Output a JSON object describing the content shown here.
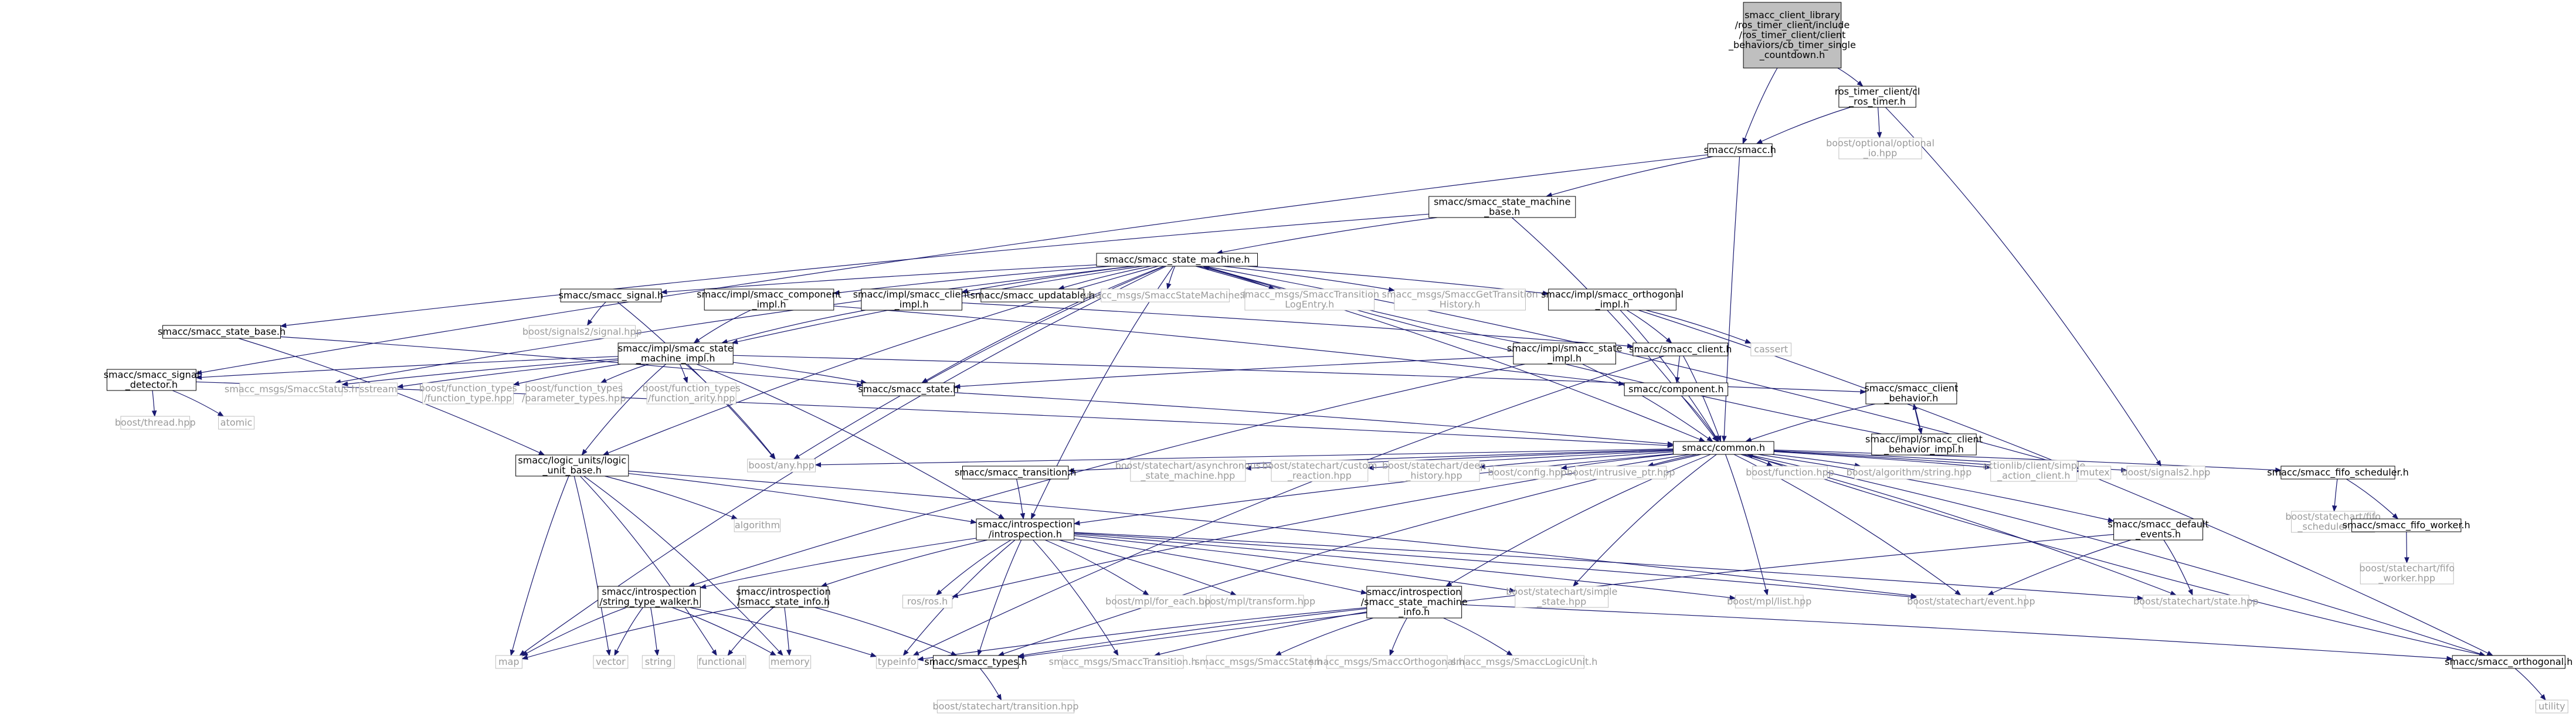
{
  "colors": {
    "background": "#ffffff",
    "edge": "#191970",
    "node_fill": "#ffffff",
    "node_border": "#000000",
    "leaf_border": "#bfbfbf",
    "leaf_text": "#9a9a9a",
    "root_fill": "#bfbfbf"
  },
  "nodes": [
    {
      "id": "root",
      "lines": [
        "smacc_client_library",
        "/ros_timer_client/include",
        "/ros_timer_client/client",
        "_behaviors/cb_timer_single",
        "_countdown.h"
      ],
      "kind": "root"
    },
    {
      "id": "ros_timer",
      "lines": [
        "ros_timer_client/cl",
        "_ros_timer.h"
      ],
      "kind": "file"
    },
    {
      "id": "smacc_h",
      "lines": [
        "smacc/smacc.h"
      ],
      "kind": "file"
    },
    {
      "id": "boost_optional",
      "lines": [
        "boost/optional/optional",
        "_io.hpp"
      ],
      "kind": "leaf"
    },
    {
      "id": "sm_base",
      "lines": [
        "smacc/smacc_state_machine",
        "_base.h"
      ],
      "kind": "file"
    },
    {
      "id": "ssm",
      "lines": [
        "smacc/smacc_state_machine.h"
      ],
      "kind": "file"
    },
    {
      "id": "smacc_signal",
      "lines": [
        "smacc/smacc_signal.h"
      ],
      "kind": "file"
    },
    {
      "id": "comp_impl",
      "lines": [
        "smacc/impl/smacc_component",
        "_impl.h"
      ],
      "kind": "file"
    },
    {
      "id": "client_impl",
      "lines": [
        "smacc/impl/smacc_client",
        "_impl.h"
      ],
      "kind": "file"
    },
    {
      "id": "updatable",
      "lines": [
        "smacc/smacc_updatable.h"
      ],
      "kind": "file"
    },
    {
      "id": "msg_ssm",
      "lines": [
        "smacc_msgs/SmaccStateMachine.h"
      ],
      "kind": "leaf"
    },
    {
      "id": "msg_trans_log",
      "lines": [
        "smacc_msgs/SmaccTransition",
        "LogEntry.h"
      ],
      "kind": "leaf"
    },
    {
      "id": "msg_get_hist",
      "lines": [
        "smacc_msgs/SmaccGetTransition",
        "History.h"
      ],
      "kind": "leaf"
    },
    {
      "id": "orth_impl",
      "lines": [
        "smacc/impl/smacc_orthogonal",
        "_impl.h"
      ],
      "kind": "file"
    },
    {
      "id": "signals2",
      "lines": [
        "boost/signals2/signal.hpp"
      ],
      "kind": "leaf"
    },
    {
      "id": "state_base",
      "lines": [
        "smacc/smacc_state_base.h"
      ],
      "kind": "file"
    },
    {
      "id": "ssm_impl",
      "lines": [
        "smacc/impl/smacc_state",
        "_machine_impl.h"
      ],
      "kind": "file"
    },
    {
      "id": "state_impl",
      "lines": [
        "smacc/impl/smacc_state",
        "_impl.h"
      ],
      "kind": "file"
    },
    {
      "id": "client_h",
      "lines": [
        "smacc/smacc_client.h"
      ],
      "kind": "file"
    },
    {
      "id": "cassert",
      "lines": [
        "cassert"
      ],
      "kind": "leaf"
    },
    {
      "id": "sig_detector",
      "lines": [
        "smacc/smacc_signal",
        "_detector.h"
      ],
      "kind": "file"
    },
    {
      "id": "msg_status",
      "lines": [
        "smacc_msgs/SmaccStatus.h"
      ],
      "kind": "leaf"
    },
    {
      "id": "sstream",
      "lines": [
        "sstream"
      ],
      "kind": "leaf"
    },
    {
      "id": "ft_type",
      "lines": [
        "boost/function_types",
        "/function_type.hpp"
      ],
      "kind": "leaf"
    },
    {
      "id": "ft_param",
      "lines": [
        "boost/function_types",
        "/parameter_types.hpp"
      ],
      "kind": "leaf"
    },
    {
      "id": "ft_arity",
      "lines": [
        "boost/function_types",
        "/function_arity.hpp"
      ],
      "kind": "leaf"
    },
    {
      "id": "state_h",
      "lines": [
        "smacc/smacc_state.h"
      ],
      "kind": "file"
    },
    {
      "id": "component_h",
      "lines": [
        "smacc/component.h"
      ],
      "kind": "file"
    },
    {
      "id": "cb_h",
      "lines": [
        "smacc/smacc_client",
        "_behavior.h"
      ],
      "kind": "file"
    },
    {
      "id": "thread",
      "lines": [
        "boost/thread.hpp"
      ],
      "kind": "leaf"
    },
    {
      "id": "atomic",
      "lines": [
        "atomic"
      ],
      "kind": "leaf"
    },
    {
      "id": "common",
      "lines": [
        "smacc/common.h"
      ],
      "kind": "file"
    },
    {
      "id": "cb_impl",
      "lines": [
        "smacc/impl/smacc_client",
        "_behavior_impl.h"
      ],
      "kind": "file"
    },
    {
      "id": "logic_unit",
      "lines": [
        "smacc/logic_units/logic",
        "_unit_base.h"
      ],
      "kind": "file"
    },
    {
      "id": "boost_any",
      "lines": [
        "boost/any.hpp"
      ],
      "kind": "leaf"
    },
    {
      "id": "transition_h",
      "lines": [
        "smacc/smacc_transition.h"
      ],
      "kind": "file"
    },
    {
      "id": "async_sm",
      "lines": [
        "boost/statechart/asynchronous",
        "_state_machine.hpp"
      ],
      "kind": "leaf"
    },
    {
      "id": "custom_react",
      "lines": [
        "boost/statechart/custom",
        "_reaction.hpp"
      ],
      "kind": "leaf"
    },
    {
      "id": "deep_hist",
      "lines": [
        "boost/statechart/deep",
        "_history.hpp"
      ],
      "kind": "leaf"
    },
    {
      "id": "boost_config",
      "lines": [
        "boost/config.hpp"
      ],
      "kind": "leaf"
    },
    {
      "id": "intrusive",
      "lines": [
        "boost/intrusive_ptr.hpp"
      ],
      "kind": "leaf"
    },
    {
      "id": "boost_function",
      "lines": [
        "boost/function.hpp"
      ],
      "kind": "leaf"
    },
    {
      "id": "algo_string",
      "lines": [
        "boost/algorithm/string.hpp"
      ],
      "kind": "leaf"
    },
    {
      "id": "action_client",
      "lines": [
        "actionlib/client/simple",
        "_action_client.h"
      ],
      "kind": "leaf"
    },
    {
      "id": "mutex",
      "lines": [
        "mutex"
      ],
      "kind": "leaf"
    },
    {
      "id": "signals2_hpp",
      "lines": [
        "boost/signals2.hpp"
      ],
      "kind": "leaf"
    },
    {
      "id": "fifo_sched",
      "lines": [
        "smacc/smacc_fifo_scheduler.h"
      ],
      "kind": "file"
    },
    {
      "id": "fifo_sched_hpp",
      "lines": [
        "boost/statechart/fifo",
        "_scheduler.hpp"
      ],
      "kind": "leaf"
    },
    {
      "id": "fifo_worker",
      "lines": [
        "smacc/smacc_fifo_worker.h"
      ],
      "kind": "file"
    },
    {
      "id": "fifo_worker_hpp",
      "lines": [
        "boost/statechart/fifo",
        "_worker.hpp"
      ],
      "kind": "leaf"
    },
    {
      "id": "algorithm",
      "lines": [
        "algorithm"
      ],
      "kind": "leaf"
    },
    {
      "id": "introspection",
      "lines": [
        "smacc/introspection",
        "/introspection.h"
      ],
      "kind": "file"
    },
    {
      "id": "default_events",
      "lines": [
        "smacc/smacc_default",
        "_events.h"
      ],
      "kind": "file"
    },
    {
      "id": "stw",
      "lines": [
        "smacc/introspection",
        "/string_type_walker.h"
      ],
      "kind": "file"
    },
    {
      "id": "ssi",
      "lines": [
        "smacc/introspection",
        "/smacc_state_info.h"
      ],
      "kind": "file"
    },
    {
      "id": "ros_h",
      "lines": [
        "ros/ros.h"
      ],
      "kind": "leaf"
    },
    {
      "id": "for_each",
      "lines": [
        "boost/mpl/for_each.hpp"
      ],
      "kind": "leaf"
    },
    {
      "id": "mpl_transform",
      "lines": [
        "boost/mpl/transform.hpp"
      ],
      "kind": "leaf"
    },
    {
      "id": "ssm_info",
      "lines": [
        "smacc/introspection",
        "/smacc_state_machine",
        "_info.h"
      ],
      "kind": "file"
    },
    {
      "id": "simple_state",
      "lines": [
        "boost/statechart/simple",
        "_state.hpp"
      ],
      "kind": "leaf"
    },
    {
      "id": "mpl_list",
      "lines": [
        "boost/mpl/list.hpp"
      ],
      "kind": "leaf"
    },
    {
      "id": "sc_event",
      "lines": [
        "boost/statechart/event.hpp"
      ],
      "kind": "leaf"
    },
    {
      "id": "sc_state",
      "lines": [
        "boost/statechart/state.hpp"
      ],
      "kind": "leaf"
    },
    {
      "id": "map",
      "lines": [
        "map"
      ],
      "kind": "leaf"
    },
    {
      "id": "vector",
      "lines": [
        "vector"
      ],
      "kind": "leaf"
    },
    {
      "id": "string",
      "lines": [
        "string"
      ],
      "kind": "leaf"
    },
    {
      "id": "functional",
      "lines": [
        "functional"
      ],
      "kind": "leaf"
    },
    {
      "id": "memory",
      "lines": [
        "memory"
      ],
      "kind": "leaf"
    },
    {
      "id": "typeinfo",
      "lines": [
        "typeinfo"
      ],
      "kind": "leaf"
    },
    {
      "id": "types_h",
      "lines": [
        "smacc/smacc_types.h"
      ],
      "kind": "file"
    },
    {
      "id": "msg_transition",
      "lines": [
        "smacc_msgs/SmaccTransition.h"
      ],
      "kind": "leaf"
    },
    {
      "id": "msg_state",
      "lines": [
        "smacc_msgs/SmaccState.h"
      ],
      "kind": "leaf"
    },
    {
      "id": "msg_orth",
      "lines": [
        "smacc_msgs/SmaccOrthogonal.h"
      ],
      "kind": "leaf"
    },
    {
      "id": "msg_logic",
      "lines": [
        "smacc_msgs/SmaccLogicUnit.h"
      ],
      "kind": "leaf"
    },
    {
      "id": "orthogonal_h",
      "lines": [
        "smacc/smacc_orthogonal.h"
      ],
      "kind": "file"
    },
    {
      "id": "sc_transition",
      "lines": [
        "boost/statechart/transition.hpp"
      ],
      "kind": "leaf"
    },
    {
      "id": "utility",
      "lines": [
        "utility"
      ],
      "kind": "leaf"
    }
  ],
  "edges": [
    [
      "root",
      "ros_timer"
    ],
    [
      "root",
      "smacc_h"
    ],
    [
      "ros_timer",
      "smacc_h"
    ],
    [
      "ros_timer",
      "boost_optional"
    ],
    [
      "ros_timer",
      "signals2_hpp"
    ],
    [
      "smacc_h",
      "sm_base"
    ],
    [
      "smacc_h",
      "common"
    ],
    [
      "smacc_h",
      "sig_detector"
    ],
    [
      "sm_base",
      "ssm"
    ],
    [
      "sm_base",
      "common"
    ],
    [
      "sm_base",
      "state_base"
    ],
    [
      "ssm",
      "smacc_signal"
    ],
    [
      "ssm",
      "comp_impl"
    ],
    [
      "ssm",
      "client_impl"
    ],
    [
      "ssm",
      "updatable"
    ],
    [
      "ssm",
      "msg_ssm"
    ],
    [
      "ssm",
      "msg_trans_log"
    ],
    [
      "ssm",
      "msg_get_hist"
    ],
    [
      "ssm",
      "orth_impl"
    ],
    [
      "ssm",
      "state_h"
    ],
    [
      "ssm",
      "ssm_impl"
    ],
    [
      "ssm",
      "common"
    ],
    [
      "ssm",
      "msg_status"
    ],
    [
      "ssm",
      "mutex"
    ],
    [
      "ssm",
      "map"
    ],
    [
      "ssm",
      "boost_any"
    ],
    [
      "ssm",
      "introspection"
    ],
    [
      "ssm",
      "logic_unit"
    ],
    [
      "smacc_signal",
      "signals2"
    ],
    [
      "smacc_signal",
      "boost_any"
    ],
    [
      "comp_impl",
      "ssm_impl"
    ],
    [
      "comp_impl",
      "component_h"
    ],
    [
      "client_impl",
      "ssm_impl"
    ],
    [
      "client_impl",
      "client_h"
    ],
    [
      "orth_impl",
      "client_h"
    ],
    [
      "orth_impl",
      "cassert"
    ],
    [
      "orth_impl",
      "orthogonal_h"
    ],
    [
      "orth_impl",
      "common"
    ],
    [
      "state_base",
      "state_h"
    ],
    [
      "state_base",
      "logic_unit"
    ],
    [
      "ssm_impl",
      "sig_detector"
    ],
    [
      "ssm_impl",
      "msg_status"
    ],
    [
      "ssm_impl",
      "sstream"
    ],
    [
      "ssm_impl",
      "ft_type"
    ],
    [
      "ssm_impl",
      "ft_param"
    ],
    [
      "ssm_impl",
      "ft_arity"
    ],
    [
      "ssm_impl",
      "state_h"
    ],
    [
      "ssm_impl",
      "introspection"
    ],
    [
      "ssm_impl",
      "cb_h"
    ],
    [
      "ssm_impl",
      "boost_any"
    ],
    [
      "ssm_impl",
      "logic_unit"
    ],
    [
      "state_impl",
      "state_h"
    ],
    [
      "state_impl",
      "ssm"
    ],
    [
      "state_impl",
      "stw"
    ],
    [
      "state_impl",
      "common"
    ],
    [
      "client_h",
      "component_h"
    ],
    [
      "client_h",
      "common"
    ],
    [
      "client_h",
      "typeinfo"
    ],
    [
      "sig_detector",
      "thread"
    ],
    [
      "sig_detector",
      "atomic"
    ],
    [
      "sig_detector",
      "common"
    ],
    [
      "state_h",
      "common"
    ],
    [
      "component_h",
      "common"
    ],
    [
      "cb_h",
      "common"
    ],
    [
      "cb_h",
      "cb_impl"
    ],
    [
      "cb_impl",
      "cb_h"
    ],
    [
      "cb_impl",
      "ssm"
    ],
    [
      "common",
      "boost_any"
    ],
    [
      "common",
      "transition_h"
    ],
    [
      "common",
      "async_sm"
    ],
    [
      "common",
      "custom_react"
    ],
    [
      "common",
      "deep_hist"
    ],
    [
      "common",
      "boost_config"
    ],
    [
      "common",
      "intrusive"
    ],
    [
      "common",
      "boost_function"
    ],
    [
      "common",
      "algo_string"
    ],
    [
      "common",
      "action_client"
    ],
    [
      "common",
      "mutex"
    ],
    [
      "common",
      "signals2_hpp"
    ],
    [
      "common",
      "fifo_sched"
    ],
    [
      "common",
      "default_events"
    ],
    [
      "common",
      "introspection"
    ],
    [
      "common",
      "ros_h"
    ],
    [
      "common",
      "ssm_info"
    ],
    [
      "common",
      "sc_event"
    ],
    [
      "common",
      "sc_state"
    ],
    [
      "common",
      "mpl_list"
    ],
    [
      "common",
      "simple_state"
    ],
    [
      "common",
      "orthogonal_h"
    ],
    [
      "common",
      "types_h"
    ],
    [
      "fifo_sched",
      "fifo_sched_hpp"
    ],
    [
      "fifo_sched",
      "fifo_worker"
    ],
    [
      "fifo_worker",
      "fifo_worker_hpp"
    ],
    [
      "logic_unit",
      "algorithm"
    ],
    [
      "logic_unit",
      "introspection"
    ],
    [
      "logic_unit",
      "map"
    ],
    [
      "logic_unit",
      "vector"
    ],
    [
      "logic_unit",
      "memory"
    ],
    [
      "logic_unit",
      "sc_event"
    ],
    [
      "logic_unit",
      "functional"
    ],
    [
      "transition_h",
      "introspection"
    ],
    [
      "introspection",
      "stw"
    ],
    [
      "introspection",
      "ssi"
    ],
    [
      "introspection",
      "ros_h"
    ],
    [
      "introspection",
      "for_each"
    ],
    [
      "introspection",
      "mpl_transform"
    ],
    [
      "introspection",
      "ssm_info"
    ],
    [
      "introspection",
      "simple_state"
    ],
    [
      "introspection",
      "mpl_list"
    ],
    [
      "introspection",
      "sc_event"
    ],
    [
      "introspection",
      "sc_state"
    ],
    [
      "introspection",
      "typeinfo"
    ],
    [
      "introspection",
      "types_h"
    ],
    [
      "introspection",
      "msg_transition"
    ],
    [
      "default_events",
      "sc_event"
    ],
    [
      "default_events",
      "sc_state"
    ],
    [
      "default_events",
      "types_h"
    ],
    [
      "stw",
      "map"
    ],
    [
      "stw",
      "vector"
    ],
    [
      "stw",
      "string"
    ],
    [
      "stw",
      "memory"
    ],
    [
      "stw",
      "typeinfo"
    ],
    [
      "ssi",
      "functional"
    ],
    [
      "ssi",
      "memory"
    ],
    [
      "ssi",
      "types_h"
    ],
    [
      "ssi",
      "map"
    ],
    [
      "ssm_info",
      "types_h"
    ],
    [
      "ssm_info",
      "msg_transition"
    ],
    [
      "ssm_info",
      "msg_state"
    ],
    [
      "ssm_info",
      "msg_orth"
    ],
    [
      "ssm_info",
      "msg_logic"
    ],
    [
      "ssm_info",
      "typeinfo"
    ],
    [
      "ssm_info",
      "orthogonal_h"
    ],
    [
      "types_h",
      "sc_transition"
    ],
    [
      "orthogonal_h",
      "utility"
    ],
    [
      "orthogonal_h",
      "common"
    ]
  ]
}
